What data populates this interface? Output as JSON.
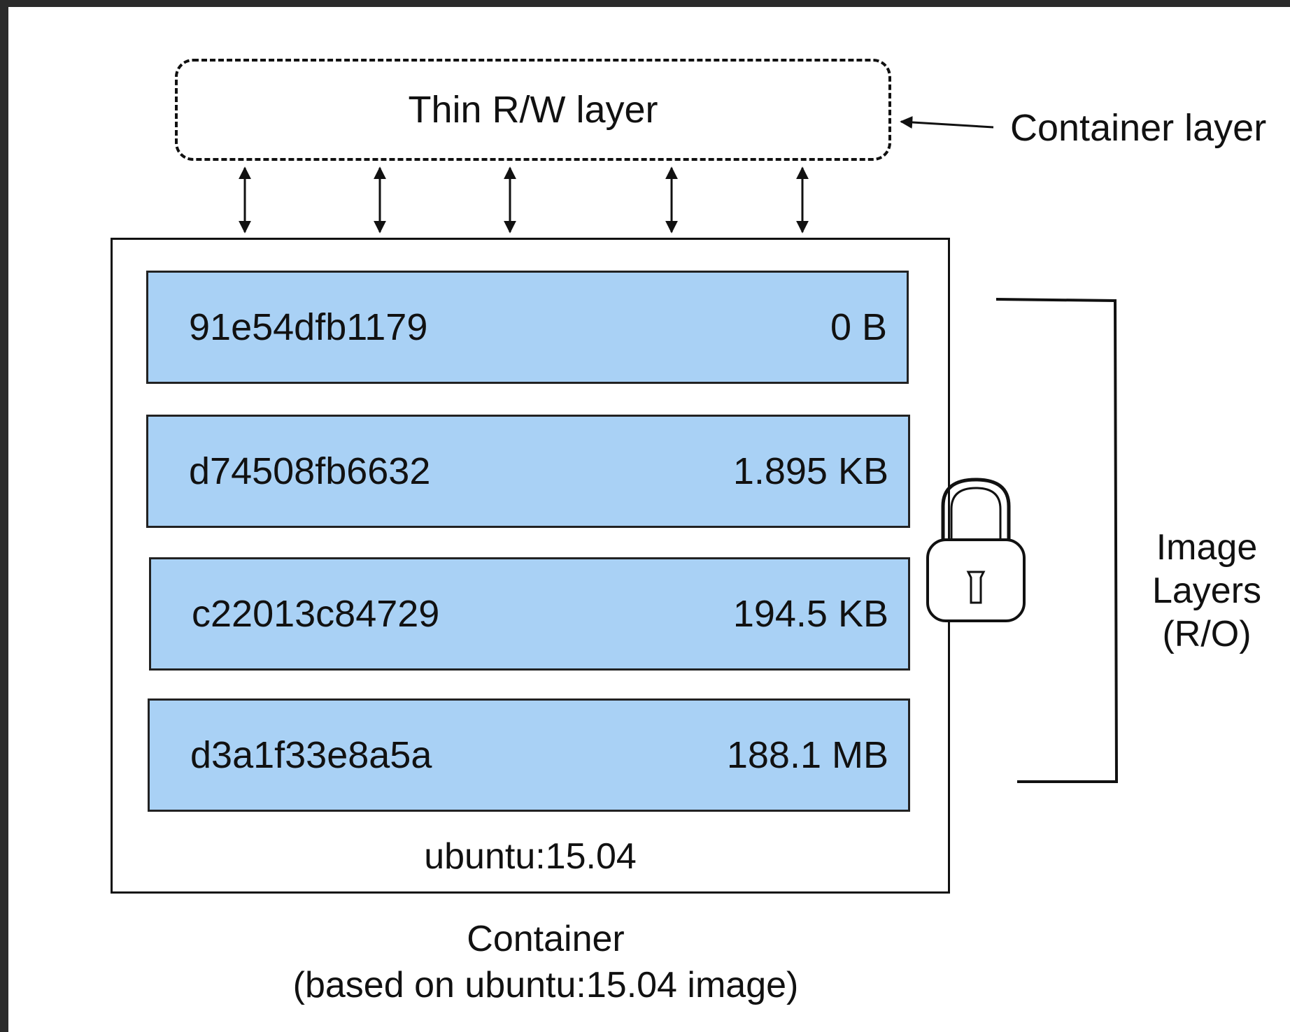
{
  "diagram": {
    "rw_layer_label": "Thin R/W layer",
    "container_layer_label": "Container layer",
    "layers": [
      {
        "id": "91e54dfb1179",
        "size": "0 B"
      },
      {
        "id": "d74508fb6632",
        "size": "1.895 KB"
      },
      {
        "id": "c22013c84729",
        "size": "194.5 KB"
      },
      {
        "id": "d3a1f33e8a5a",
        "size": "188.1 MB"
      }
    ],
    "image_name": "ubuntu:15.04",
    "image_layers_label": [
      "Image",
      "Layers",
      "(R/O)"
    ],
    "caption_line1": "Container",
    "caption_line2": "(based on ubuntu:15.04 image)",
    "layer_fill_color": "#a9d1f5"
  }
}
